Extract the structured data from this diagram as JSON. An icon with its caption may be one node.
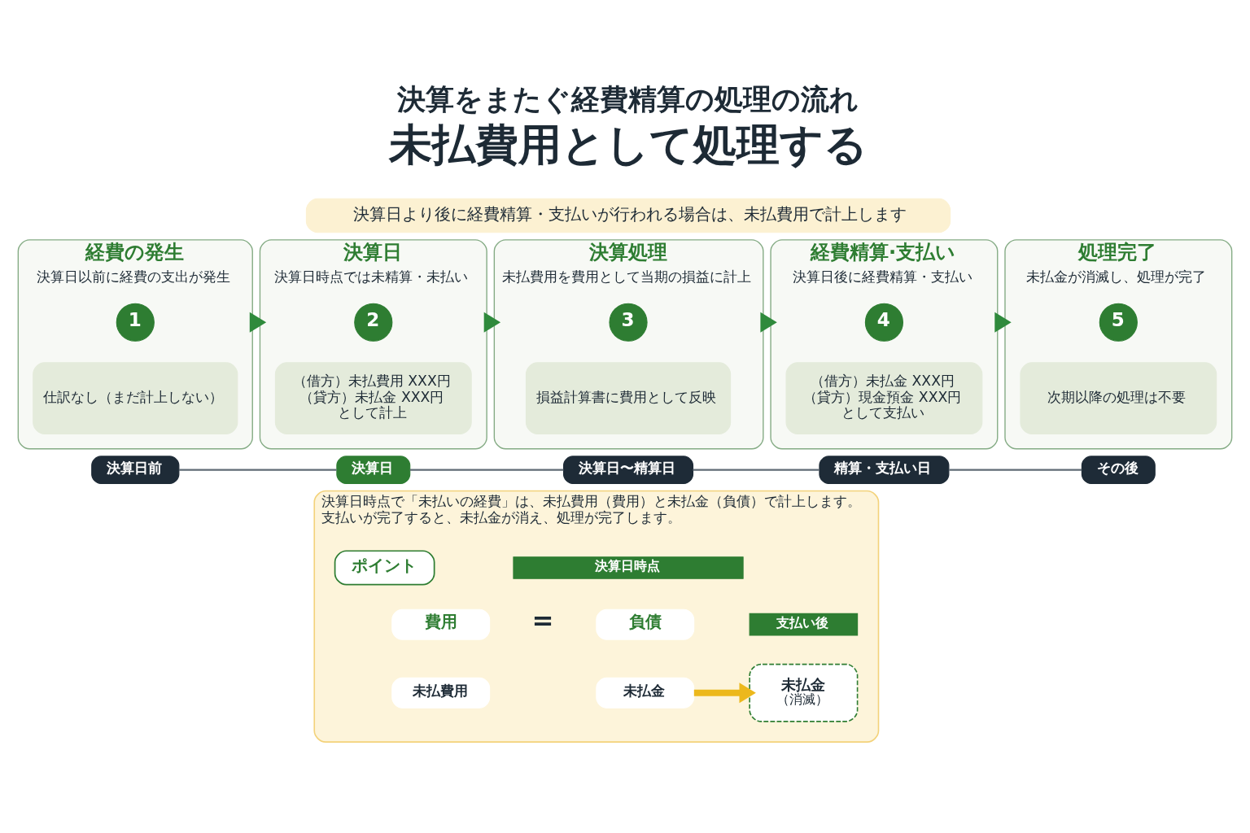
{
  "diagram": {
    "title": "決算をまたぐ経費精算の処理の流れ",
    "nodes": [
      {
        "text": [
          "決算日より後に経費精算・支払いが行われる場合は、未払費用で計上します"
        ]
      },
      {
        "text": [
          "経費の発生",
          "決算日以前に経費の支出が発生"
        ]
      },
      {
        "text": [
          "1"
        ],
        "in": 1
      },
      {
        "text": [
          "仕訳なし（まだ計上しない）"
        ],
        "in": 1
      },
      {
        "text": [
          "決算日",
          "決算日時点では未精算・未払い"
        ]
      },
      {
        "text": [
          "2"
        ],
        "in": 4
      },
      {
        "text": [
          "（借方）未払費用 XXX円",
          "（貸方）未払金 XXX円",
          "として計上"
        ],
        "in": 4
      },
      {
        "text": [
          "決算処理",
          "未払費用を費用として当期の損益に計上"
        ]
      },
      {
        "text": [
          "3"
        ],
        "in": 7
      },
      {
        "text": [
          "損益計算書に費用として反映"
        ],
        "in": 7
      },
      {
        "text": [
          "経費精算·支払い",
          "決算日後に経費精算・支払い"
        ]
      },
      {
        "text": [
          "4"
        ],
        "in": 10
      },
      {
        "text": [
          "（借方）未払金 XXX円",
          "（貸方）現金預金 XXX円",
          "として支払い"
        ],
        "in": 10
      },
      {
        "text": [
          "処理完了",
          "未払金が消滅し、処理が完了"
        ]
      },
      {
        "text": [
          "5"
        ],
        "in": 13
      },
      {
        "text": [
          "次期以降の処理は不要"
        ],
        "in": 13
      },
      {
        "text": [
          "決算日前"
        ]
      },
      {
        "text": [
          "決算日"
        ]
      },
      {
        "text": [
          "決算日〜精算日"
        ]
      },
      {
        "text": [
          "精算・支払い日"
        ]
      },
      {
        "text": [
          "その後"
        ]
      },
      {
        "text": [
          "決算日時点で「未払いの経費」は、未払費用（費用）と未払金（負債）で計上します。",
          "支払いが完了すると、未払金が消え、処理が完了します。"
        ]
      },
      {
        "text": [
          "ポイント"
        ],
        "in": 21
      },
      {
        "text": [
          "決算日時点"
        ],
        "in": 21
      },
      {
        "text": [
          "費用"
        ],
        "in": 21
      },
      {
        "text": [
          "未払費用"
        ],
        "in": 21
      },
      {
        "text": [
          "負債"
        ],
        "in": 21
      },
      {
        "text": [
          "未払金"
        ],
        "in": 21
      },
      {
        "text": [
          "支払い後"
        ],
        "in": 21
      },
      {
        "text": [
          "未払金",
          "（消滅）"
        ],
        "in": 21
      }
    ],
    "edges": [
      {
        "from": 1,
        "to": 4,
        "arrow": "to",
        "style": "thick"
      },
      {
        "from": 4,
        "to": 7,
        "arrow": "to",
        "style": "thick"
      },
      {
        "from": 7,
        "to": 10,
        "arrow": "to",
        "style": "thick"
      },
      {
        "from": 10,
        "to": 13,
        "arrow": "to",
        "style": "thick"
      },
      {
        "from": 16,
        "to": 17,
        "arrow": "none",
        "color": "#5f6b75"
      },
      {
        "from": 17,
        "to": 18,
        "arrow": "none",
        "color": "#5f6b75"
      },
      {
        "from": 18,
        "to": 19,
        "arrow": "none",
        "color": "#5f6b75"
      },
      {
        "from": 19,
        "to": 20,
        "arrow": "none",
        "color": "#5f6b75"
      },
      {
        "from": 27,
        "to": 29,
        "arrow": "to",
        "style": "thick",
        "color": "#ecb81c"
      }
    ],
    "labels": [
      "未払費用として処理する",
      "="
    ]
  }
}
